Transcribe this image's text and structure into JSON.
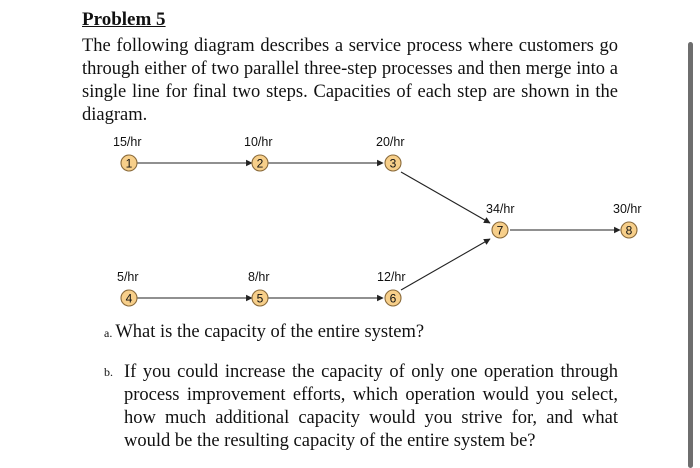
{
  "problem": {
    "title": "Problem 5",
    "text": "The following diagram describes a service process where customers go through either of two parallel three-step processes and then merge into a single line for final two steps. Capacities of each step are shown in the diagram."
  },
  "diagram": {
    "nodes": [
      {
        "id": "1",
        "capacity": "15/hr"
      },
      {
        "id": "2",
        "capacity": "10/hr"
      },
      {
        "id": "3",
        "capacity": "20/hr"
      },
      {
        "id": "4",
        "capacity": "5/hr"
      },
      {
        "id": "5",
        "capacity": "8/hr"
      },
      {
        "id": "6",
        "capacity": "12/hr"
      },
      {
        "id": "7",
        "capacity": "34/hr"
      },
      {
        "id": "8",
        "capacity": "30/hr"
      }
    ]
  },
  "questions": {
    "a_marker": "a.",
    "a_text": "What is the capacity of the entire system?",
    "b_marker": "b.",
    "b_text": "If you could increase the capacity of only one operation through process improvement efforts, which operation would you select, how much additional capacity would you strive for, and what would be the resulting capacity of the entire system be?"
  },
  "colors": {
    "node_fill": "#f7cf8a",
    "node_stroke": "#8a6a3a"
  }
}
